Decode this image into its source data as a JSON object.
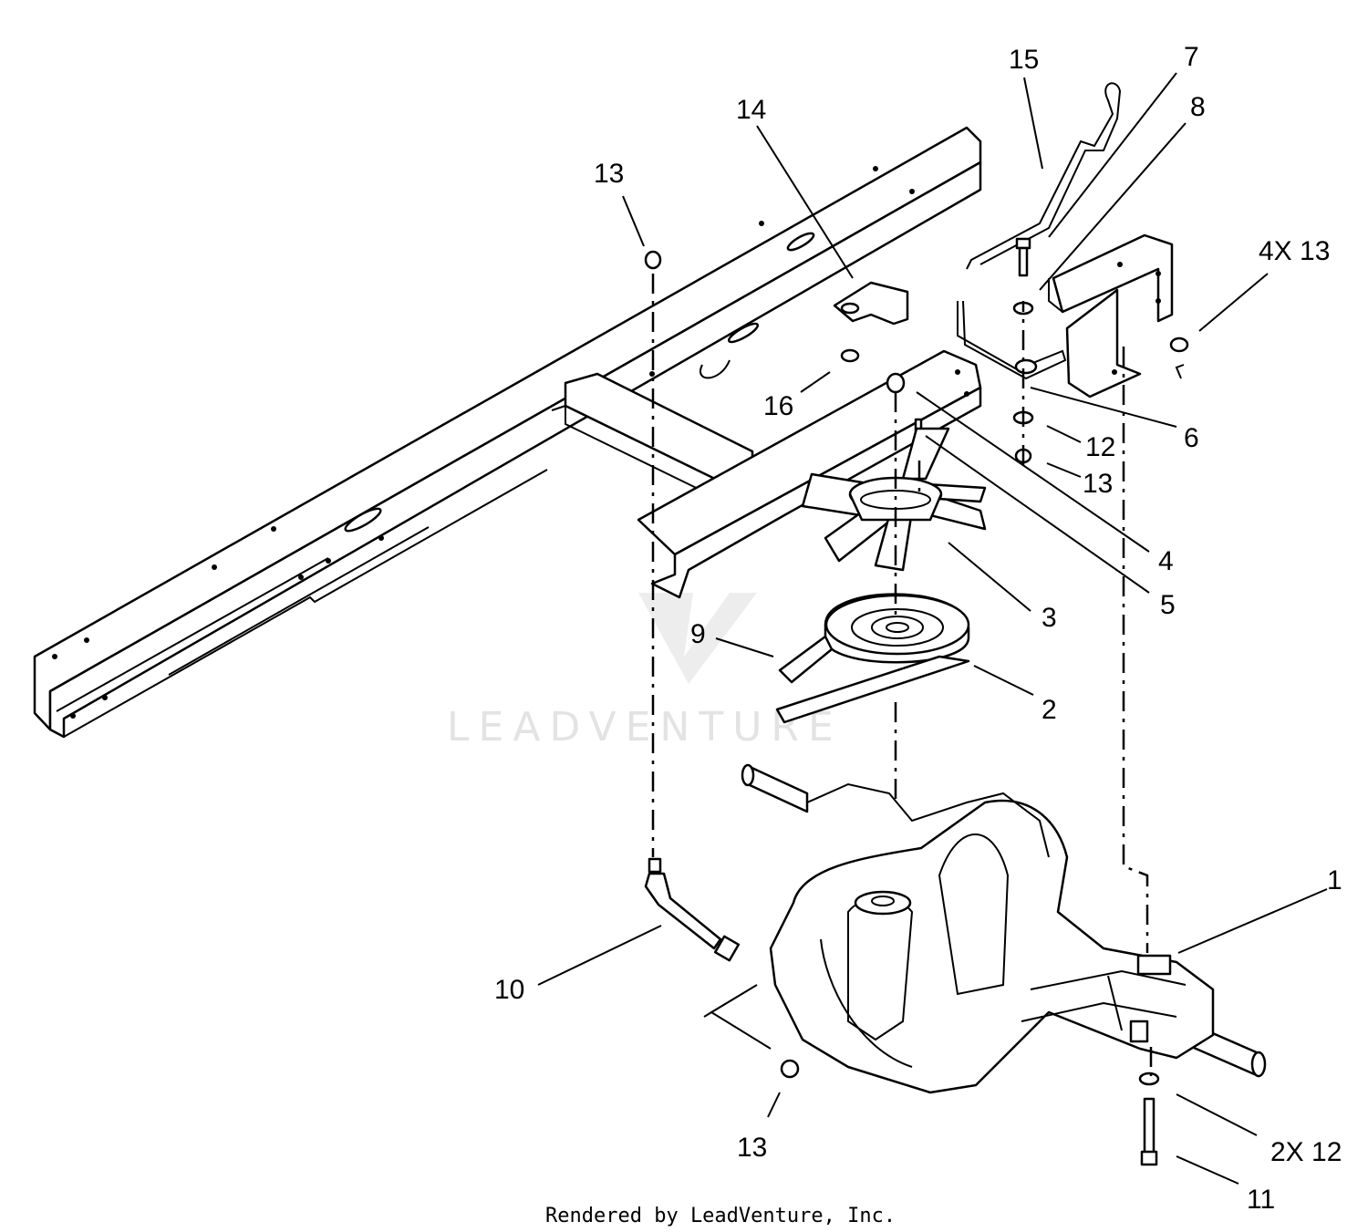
{
  "watermark": "LEADVENTURE",
  "footer": "Rendered by LeadVenture, Inc.",
  "callouts": {
    "c1": "1",
    "c2": "2",
    "c3": "3",
    "c4": "4",
    "c5": "5",
    "c6": "6",
    "c7": "7",
    "c8": "8",
    "c9": "9",
    "c10": "10",
    "c11": "11",
    "c12": "12",
    "c12x2": "2X 12",
    "c13_top": "13",
    "c13_mid": "13",
    "c13_4x": "4X 13",
    "c13_bottom": "13",
    "c14": "14",
    "c15": "15",
    "c16": "16"
  }
}
